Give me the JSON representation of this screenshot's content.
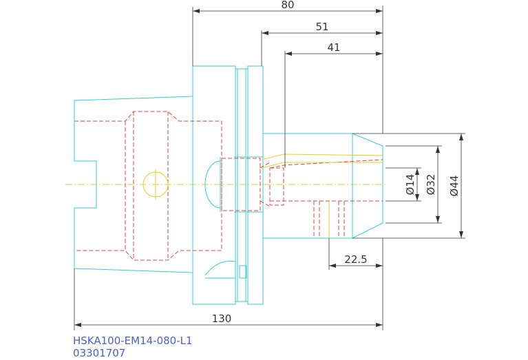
{
  "dimensions": {
    "overall_length": "130",
    "projection_length": "80",
    "length_51": "51",
    "length_41": "41",
    "length_22_5": "22.5",
    "diameter_14": "Ø14",
    "diameter_32": "Ø32",
    "diameter_44": "Ø44"
  },
  "title_block": {
    "part_number": "HSKA100-EM14-080-L1",
    "code": "03301707"
  },
  "colors": {
    "outline": "#33cccc",
    "hidden": "#e04040",
    "centerline": "#e0d020",
    "dimension": "#333333",
    "title": "#4a60c8"
  }
}
